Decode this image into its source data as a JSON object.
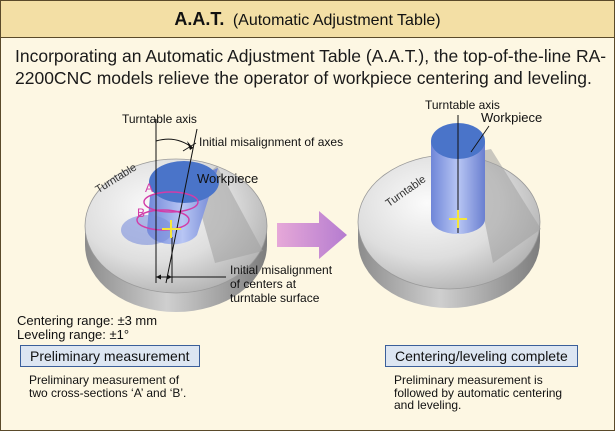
{
  "header": {
    "abbr": "A.A.T.",
    "full": "(Automatic Adjustment Table)"
  },
  "intro_text": "Incorporating an Automatic Adjustment Table (A.A.T.), the top-of-the-line RA-2200CNC models relieve the operator of workpiece centering and leveling.",
  "left_diagram": {
    "turntable_axis_label": "Turntable axis",
    "misalignment_axes_label": "Initial misalignment of axes",
    "workpiece_label": "Workpiece",
    "turntable_label": "Turntable",
    "section_a_label": "A",
    "section_b_label": "B",
    "misalignment_centers_line1": "Initial misalignment",
    "misalignment_centers_line2": "of centers at",
    "misalignment_centers_line3": "turntable surface"
  },
  "right_diagram": {
    "turntable_axis_label": "Turntable axis",
    "workpiece_label": "Workpiece",
    "turntable_label": "Turntable"
  },
  "ranges": {
    "centering": "Centering range: ±3 mm",
    "leveling": "Leveling range: ±1°"
  },
  "steps": [
    {
      "title": "Preliminary measurement",
      "desc_line1": "Preliminary measurement of",
      "desc_line2": "two cross-sections ‘A’ and ‘B’."
    },
    {
      "title": "Centering/leveling complete",
      "desc_line1": "Preliminary measurement is",
      "desc_line2": "followed by automatic centering",
      "desc_line3": "and leveling."
    }
  ],
  "colors": {
    "header_bg": "#f3dfa5",
    "panel_bg": "#fdf7e3",
    "workpiece_blue": "#4a74c9",
    "section_magenta": "#d23ca8",
    "center_mark_yellow": "#f5e63a",
    "arrow_lilac": "#c07fcf",
    "step_box_bg": "#dde6f2"
  },
  "icons": {
    "process_arrow": "right-arrow-icon",
    "center_mark": "plus-crosshair-icon"
  }
}
